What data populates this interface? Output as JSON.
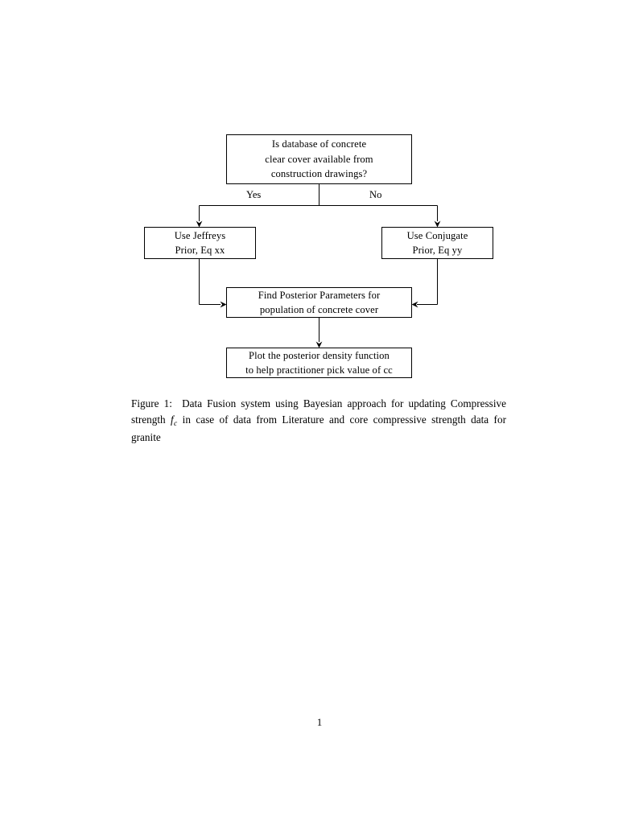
{
  "document": {
    "page_number": "1"
  },
  "figure": {
    "caption_label": "Figure 1:",
    "caption_text_part1": "Data Fusion system using Bayesian approach for updating Compressive strength",
    "caption_math_f": "f",
    "caption_math_sub": "c",
    "caption_text_part2": "in case of data from Literature and core compressive strength data for granite"
  },
  "flowchart": {
    "nodes": {
      "decision": {
        "name": "decision-node",
        "lines": [
          "Is database of concrete",
          "clear cover available from",
          "construction drawings?"
        ]
      },
      "jeffreys": {
        "name": "jeffreys-prior-node",
        "lines": [
          "Use Jeffreys",
          "Prior, Eq xx"
        ]
      },
      "conjugate": {
        "name": "conjugate-prior-node",
        "lines": [
          "Use Conjugate",
          "Prior, Eq yy"
        ]
      },
      "posterior": {
        "name": "posterior-parameters-node",
        "lines": [
          "Find Posterior Parameters for",
          "population of concrete cover"
        ]
      },
      "plot": {
        "name": "plot-density-node",
        "lines": [
          "Plot the posterior density function",
          "to help practitioner pick value of cc"
        ]
      }
    },
    "branch_labels": {
      "yes": "Yes",
      "no": "No"
    },
    "style": {
      "line_color": "#000000",
      "box_fill": "#ffffff",
      "text_color": "#000000"
    }
  }
}
